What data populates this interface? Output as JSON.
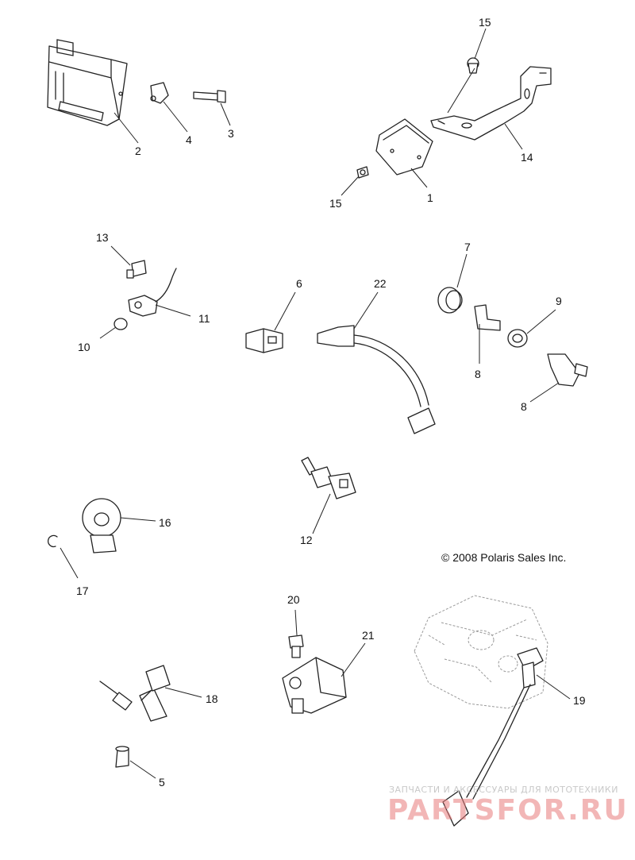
{
  "callouts": {
    "c1": "1",
    "c2": "2",
    "c3": "3",
    "c4": "4",
    "c5": "5",
    "c6": "6",
    "c7": "7",
    "c8a": "8",
    "c8b": "8",
    "c9": "9",
    "c10": "10",
    "c11": "11",
    "c12": "12",
    "c13": "13",
    "c14": "14",
    "c15a": "15",
    "c15b": "15",
    "c16": "16",
    "c17": "17",
    "c18": "18",
    "c19": "19",
    "c20": "20",
    "c21": "21",
    "c22": "22"
  },
  "copyright": "© 2008 Polaris Sales Inc.",
  "watermark": {
    "tagline": "ЗАПЧАСТИ И АКСЕССУАРЫ ДЛЯ МОТОТЕХНИКИ",
    "brand": "PARTSFOR.RU"
  }
}
